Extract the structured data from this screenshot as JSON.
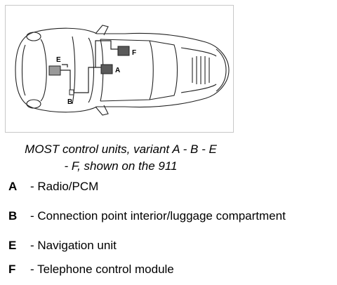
{
  "figure": {
    "markers": {
      "a": "A",
      "b": "B",
      "e": "E",
      "f": "F"
    },
    "colors": {
      "line": "#222222",
      "module_dark": "#5a5a5a",
      "module_light": "#9a9a9a"
    }
  },
  "caption": {
    "line1": "MOST control units, variant A - B - E",
    "line2": "- F, shown on the 911"
  },
  "legend": [
    {
      "key": "A",
      "text": "- Radio/PCM"
    },
    {
      "key": "B",
      "text": "- Connection point interior/luggage compartment"
    },
    {
      "key": "E",
      "text": "- Navigation unit"
    },
    {
      "key": "F",
      "text": "- Telephone control module"
    }
  ]
}
